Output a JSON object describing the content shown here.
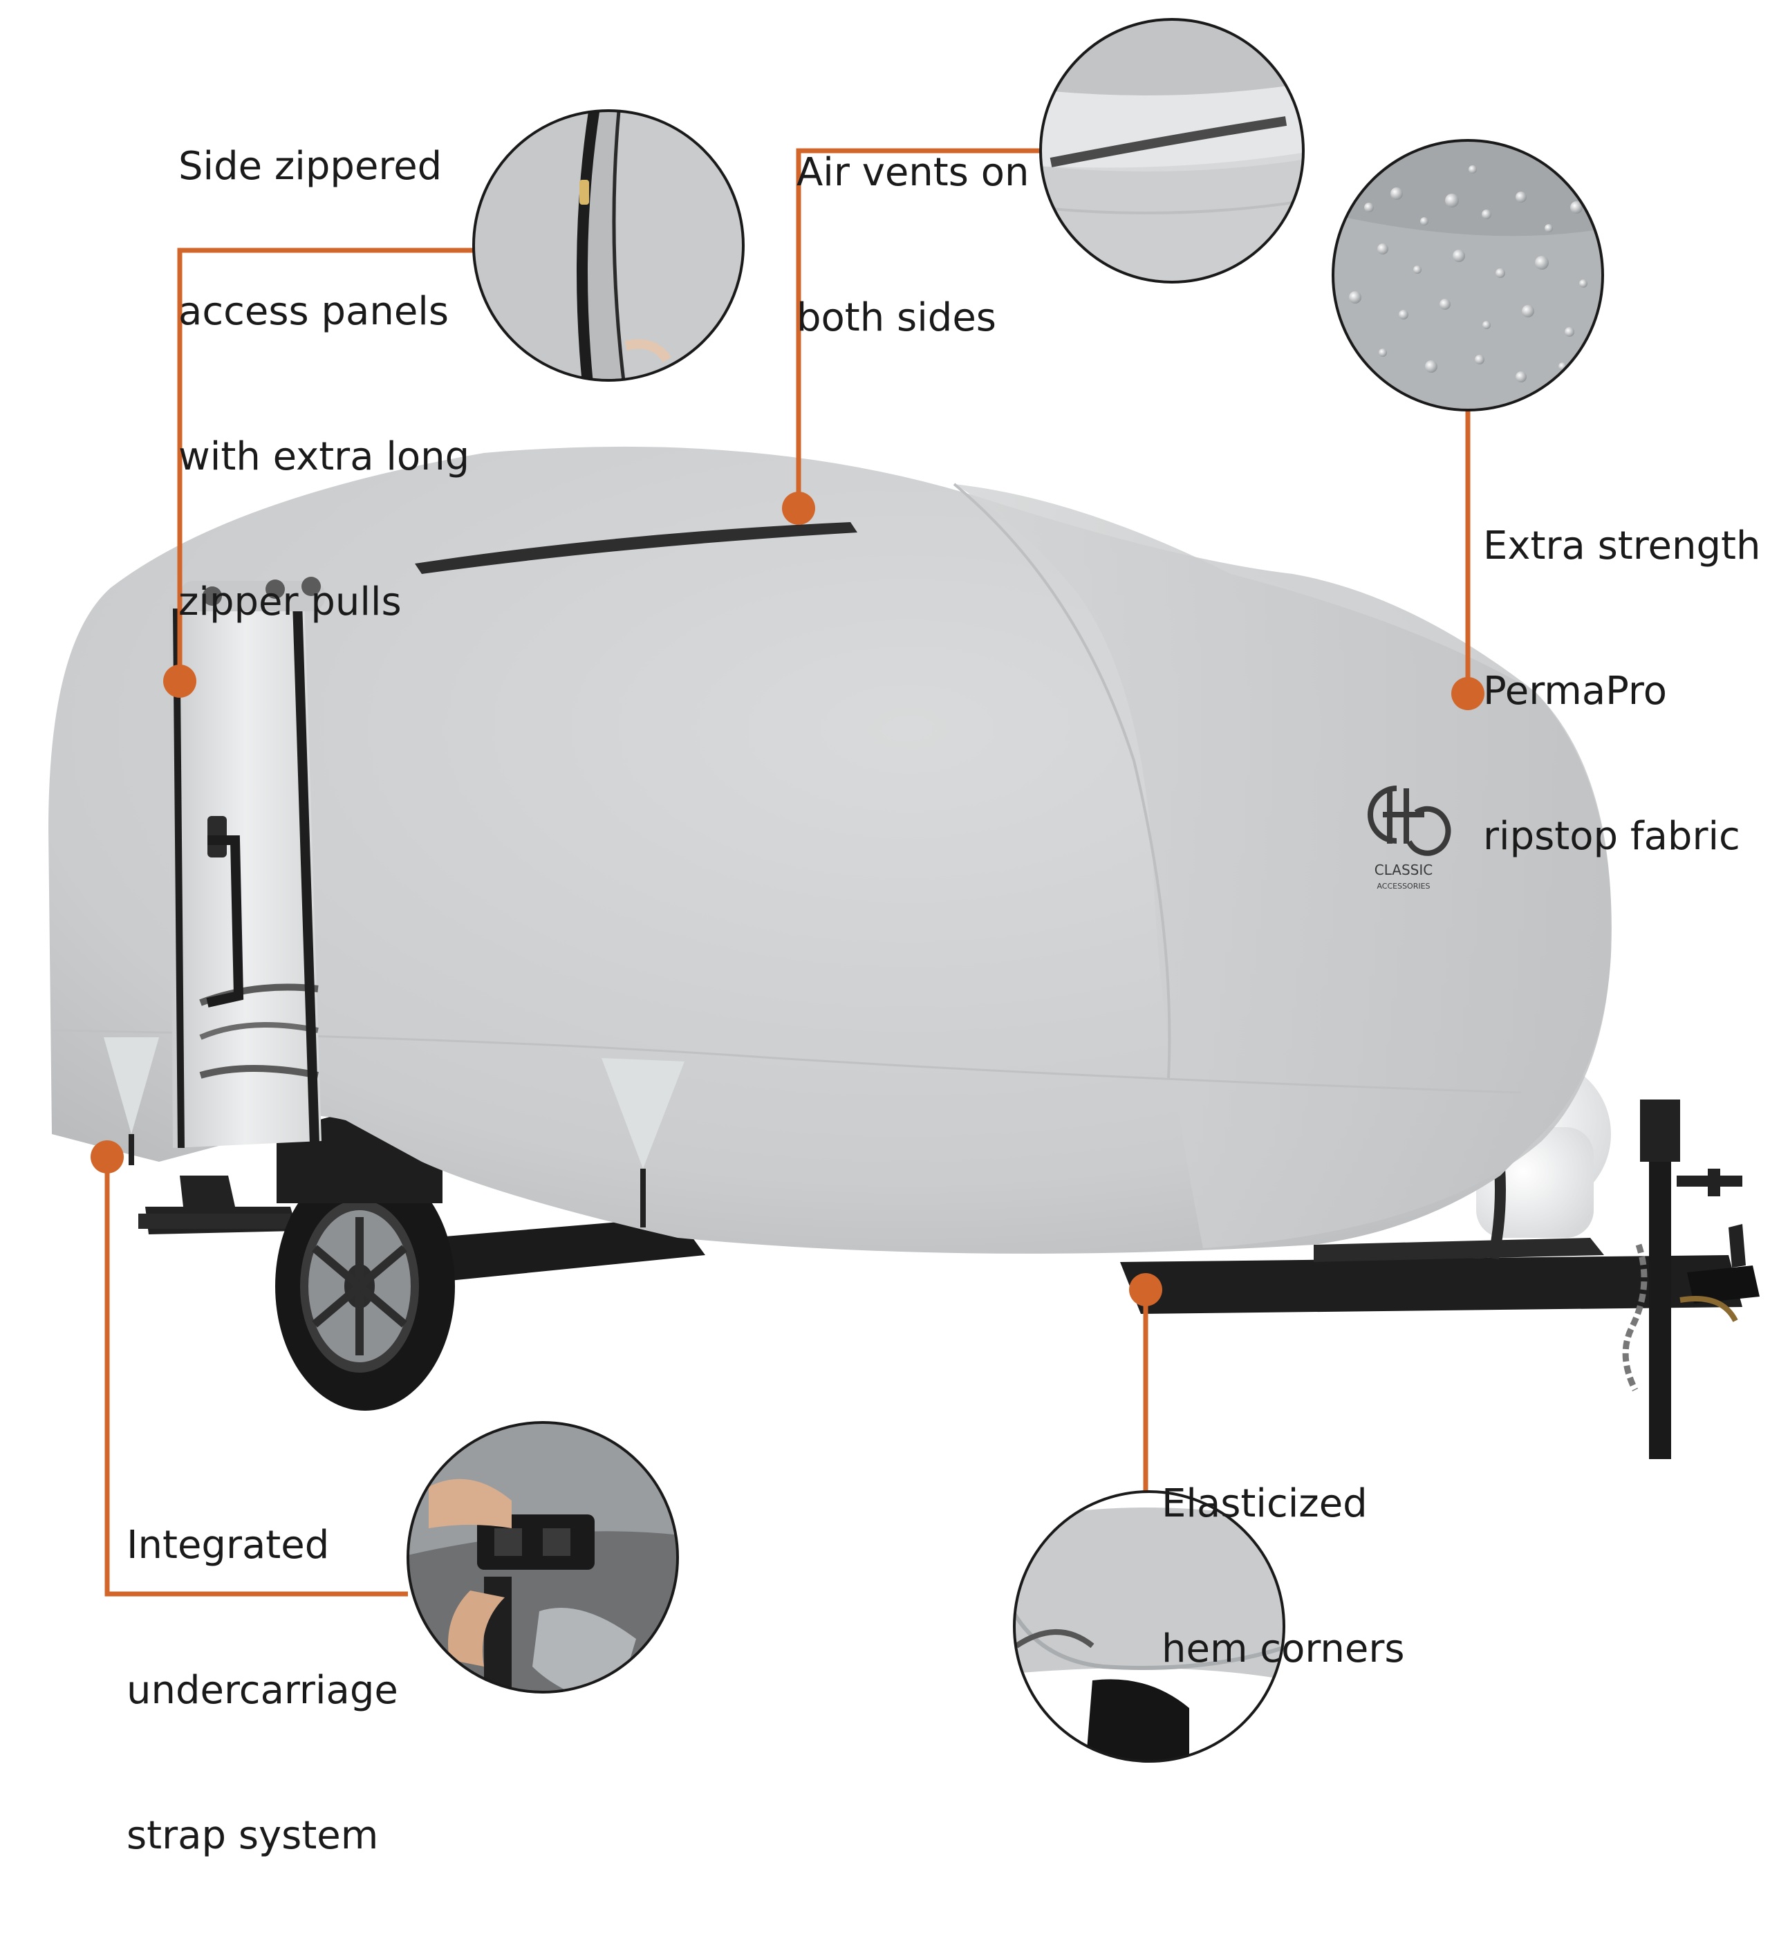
{
  "brand": {
    "name": "Classic Accessories",
    "logo_line1": "CLASSIC",
    "logo_line2": "ACCESSORIES"
  },
  "colors": {
    "callout_line": "#D2662A",
    "cover_fabric": "#CFD1D3",
    "cover_shadow": "#B6B8BA",
    "frame": "#1E1E1E",
    "background": "#FFFFFF"
  },
  "callouts": [
    {
      "id": "zipper",
      "lines": [
        "Side zippered",
        "access panels",
        "with extra long",
        "zipper pulls"
      ],
      "detail": "zipper-panel-closeup"
    },
    {
      "id": "vents",
      "lines": [
        "Air vents on",
        "both sides"
      ],
      "detail": "air-vent-closeup"
    },
    {
      "id": "fabric",
      "lines": [
        "Extra strength",
        "PermaPro",
        "ripstop fabric"
      ],
      "detail": "water-beading-closeup"
    },
    {
      "id": "strap",
      "lines": [
        "Integrated",
        "undercarriage",
        "strap system"
      ],
      "detail": "strap-buckle-closeup"
    },
    {
      "id": "hem",
      "lines": [
        "Elasticized",
        "hem corners"
      ],
      "detail": "hem-corner-closeup"
    }
  ]
}
